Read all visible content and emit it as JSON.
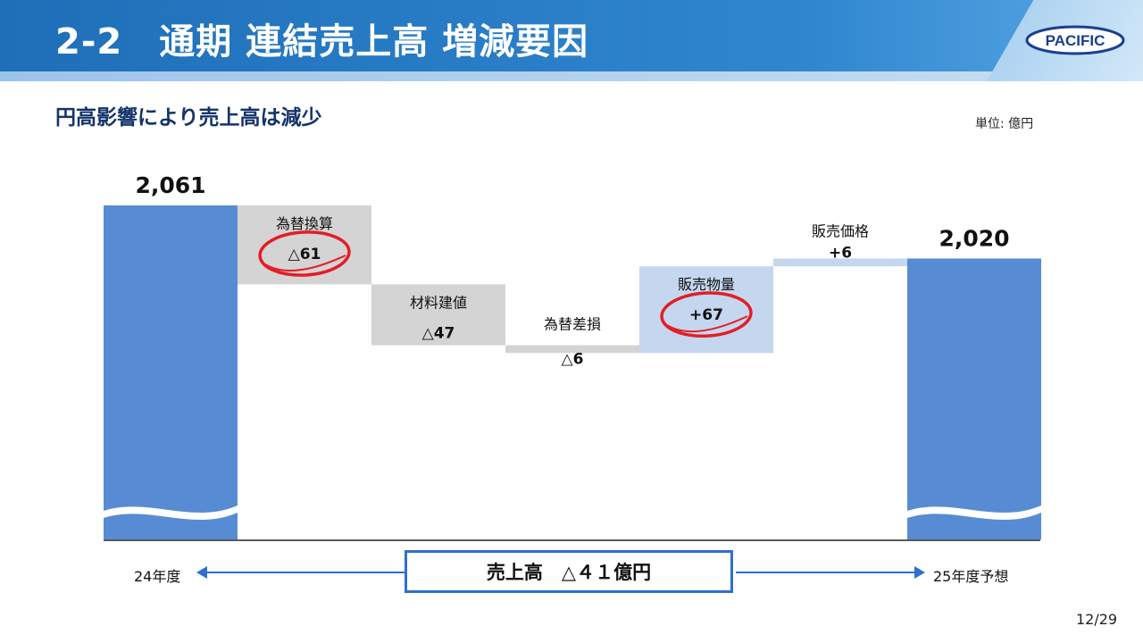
{
  "header": {
    "title": "2-2　通期 連結売上高 増減要因",
    "logo_text": "PACIFIC",
    "subtitle": "円高影響により売上高は減少",
    "unit": "単位: 億円",
    "page": "12/29"
  },
  "colors": {
    "total_bar": "#578cd4",
    "decrease_bar": "#d4d4d4",
    "increase_bar": "#c5d7ee",
    "circle": "#e21e26",
    "axis": "#222222",
    "arrow": "#2f6fd0"
  },
  "footer": {
    "left_label": "24年度",
    "right_label": "25年度予想",
    "summary": "売上高　△４１億円"
  },
  "chart_data": {
    "type": "waterfall",
    "unit": "億円",
    "start": {
      "label": "24年度",
      "value": 2061,
      "value_label": "2,061"
    },
    "end": {
      "label": "25年度予想",
      "value": 2020,
      "value_label": "2,020"
    },
    "steps": [
      {
        "category": "為替換算",
        "delta": -61,
        "value_label": "△61",
        "circled": true
      },
      {
        "category": "材料建値",
        "delta": -47,
        "value_label": "△47",
        "circled": false
      },
      {
        "category": "為替差損",
        "delta": -6,
        "value_label": "△6",
        "circled": false
      },
      {
        "category": "販売物量",
        "delta": 67,
        "value_label": "+67",
        "circled": true
      },
      {
        "category": "販売価格",
        "delta": 6,
        "value_label": "+6",
        "circled": false
      }
    ],
    "axis_break": true,
    "grid": false
  }
}
